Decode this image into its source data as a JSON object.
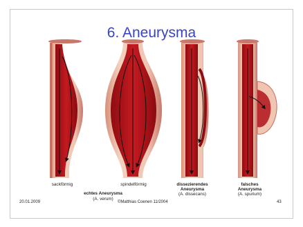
{
  "slide": {
    "title": "6. Aneurysma",
    "captions": {
      "sackfoermig": "sackförmig",
      "spindelfoermig": "spindelförmig",
      "echtes_title": "echtes Aneurysma",
      "echtes_latin": "(A. verum)",
      "dissez_line1": "dissezierendes",
      "dissez_line2": "Aneurysma",
      "dissez_latin": "(A. dissecans)",
      "falsches_line1": "falsches",
      "falsches_line2": "Aneurysma",
      "falsches_latin": "(A. spurium)"
    },
    "footer": {
      "date": "20.01.2009",
      "author": "©Matthias Coenen 11/2004",
      "page": "43"
    }
  },
  "colors": {
    "title": "#3a43c8",
    "wall_outer": "#e9b9a3",
    "wall_band": "#c96a5a",
    "lumen": "#b0131a",
    "arrow": "#111111"
  }
}
